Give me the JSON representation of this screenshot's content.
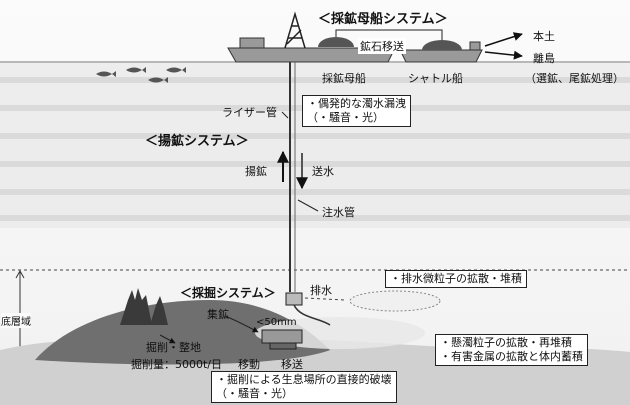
{
  "ship_system": {
    "title": "＜採鉱母船システム＞",
    "ore_transfer": "鉱石移送",
    "mother_ship": "採鉱母船",
    "shuttle_ship": "シャトル船",
    "destination_main": "本土",
    "destination_island": "離島",
    "processing": "（選鉱、尾鉱処理）"
  },
  "lift_system": {
    "title": "＜揚鉱システム＞",
    "riser_pipe": "ライザー管",
    "lifting": "揚鉱",
    "water_supply": "送水",
    "injection_pipe": "注水管"
  },
  "callouts": {
    "turbid_leak": [
      "・偶発的な濁水漏洩",
      "（・騒音・光）"
    ],
    "discharge_particles": "・排水微粒子の拡散・堆積",
    "suspended_particles": [
      "・懸濁粒子の拡散・再堆積",
      "・有害金属の拡散と体内蓄積"
    ],
    "habitat_destruction": [
      "・掘削による生息場所の直接的破壊",
      "（・騒音・光）"
    ]
  },
  "mining_system": {
    "title": "＜採掘システム＞",
    "discharge": "排水",
    "ore_collection": "集鉱",
    "particle_size": "<50mm",
    "excavation": "掘削・整地",
    "excavation_volume": "掘削量：5000t/日",
    "transfer": "移動",
    "transport": "移送"
  },
  "seafloor": {
    "bottom_layer": "底層域"
  },
  "colors": {
    "sea_band": "#c9c9c9",
    "mound": "#666666",
    "chimney": "#3a3a3a",
    "ship": "#9a9a9a",
    "ink": "#111111"
  }
}
